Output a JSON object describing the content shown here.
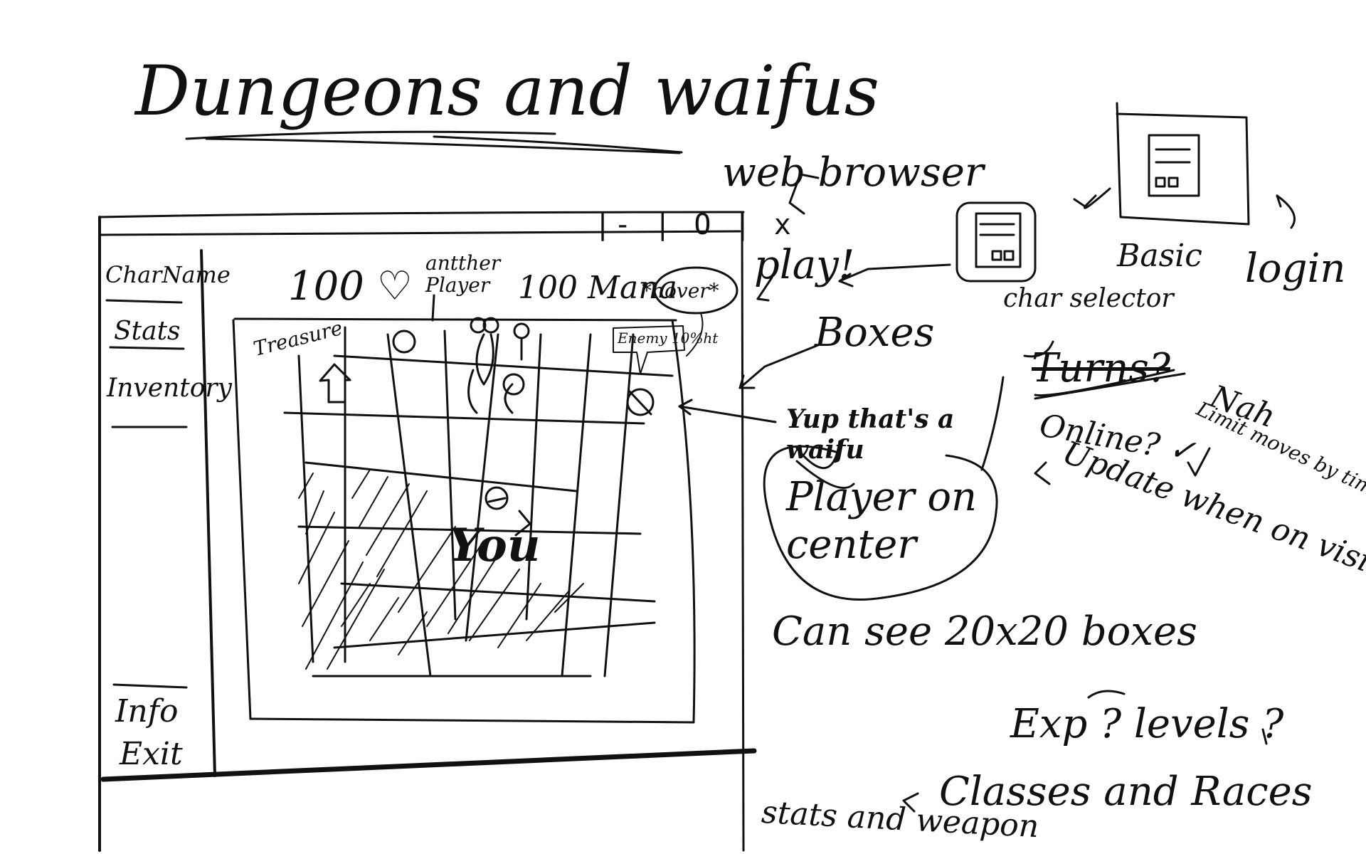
{
  "title": "Dungeons and waifus",
  "window": {
    "controls": "|- | O | x",
    "sidebar": {
      "char_name": "CharName",
      "stats": "Stats",
      "inventory": "Inventory",
      "info": "Info",
      "exit": "Exit"
    },
    "hud": {
      "health": "100 ♡",
      "mana": "100 Mana",
      "hover": "*hover*",
      "other_player": "antther Player"
    },
    "map": {
      "treasure": "Treasure",
      "enemy_tooltip": "Enemy 10%ht",
      "you": "You"
    }
  },
  "notes": {
    "web_browser": "web browser",
    "play": "play!",
    "char_selector": "char selector",
    "basic": "Basic",
    "login": "login",
    "boxes": "Boxes",
    "waifu": "Yup that's a waifu",
    "player_center": "Player on center",
    "turns": "Turns?",
    "nah": "Nah",
    "limit_moves": "Limit moves by time",
    "online": "Online? ✓",
    "update": "Update when on vision",
    "can_see": "Can see 20x20 boxes",
    "exp": "Exp ? levels ?",
    "classes": "Classes and Races",
    "stats_weapon": "stats and weapon"
  }
}
